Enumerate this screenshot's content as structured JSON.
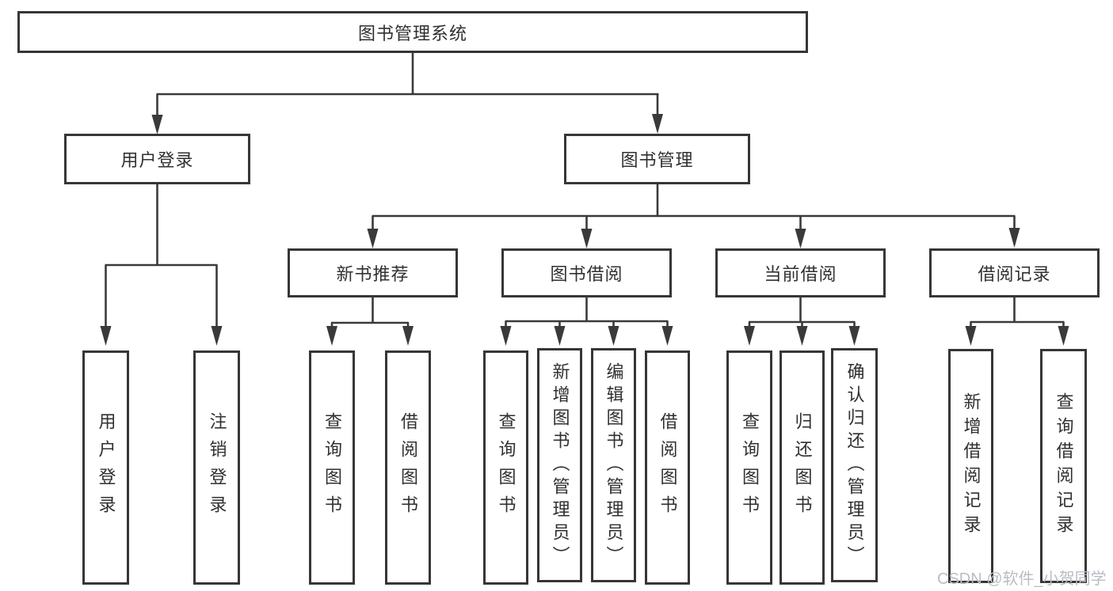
{
  "watermark": "CSDN @软件_小贺同学",
  "colors": {
    "line": "#3a3a3a",
    "border": "#363636",
    "text": "#303030",
    "watermark": "#b9bdc3",
    "background": "#ffffff"
  },
  "tree": {
    "root": {
      "label": "图书管理系统",
      "children": [
        {
          "label": "用户登录",
          "children": [
            {
              "label": "用户登录"
            },
            {
              "label": "注销登录"
            }
          ]
        },
        {
          "label": "图书管理",
          "children": [
            {
              "label": "新书推荐",
              "children": [
                {
                  "label": "查询图书"
                },
                {
                  "label": "借阅图书"
                }
              ]
            },
            {
              "label": "图书借阅",
              "children": [
                {
                  "label": "查询图书"
                },
                {
                  "label": "新增图书（管理员）"
                },
                {
                  "label": "编辑图书（管理员）"
                },
                {
                  "label": "借阅图书"
                }
              ]
            },
            {
              "label": "当前借阅",
              "children": [
                {
                  "label": "查询图书"
                },
                {
                  "label": "归还图书"
                },
                {
                  "label": "确认归还（管理员）"
                }
              ]
            },
            {
              "label": "借阅记录",
              "children": [
                {
                  "label": "新增借阅记录"
                },
                {
                  "label": "查询借阅记录"
                }
              ]
            }
          ]
        }
      ]
    }
  }
}
